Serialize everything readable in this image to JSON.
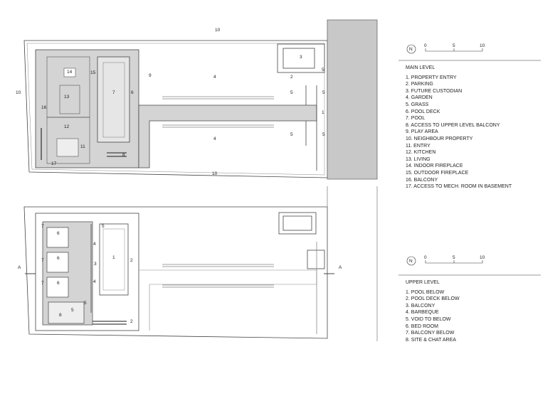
{
  "main_level": {
    "title": "MAIN LEVEL",
    "items": [
      "1. PROPERTY ENTRY",
      "2. PARKING",
      "3. FUTURE CUSTODIAN",
      "4. GARDEN",
      "5. GRASS",
      "6. POOL DECK",
      "7. POOL",
      "8. ACCESS TO UPPER LEVEL BALCONY",
      "9. PLAY AREA",
      "10. NEIGHBOUR PROPERTY",
      "11. ENTRY",
      "12. KITCHEN",
      "13. LIVING",
      "14. INDOOR FIREPLACE",
      "15. OUTDOOR FIREPLACE",
      "16. BALCONY",
      "17. ACCESS TO MECH. ROOM IN BASEMENT"
    ],
    "labels": {
      "n1": "1",
      "n2": "2",
      "n3": "3",
      "n4": "4",
      "n5": "5",
      "n6": "6",
      "n7": "7",
      "n8": "8",
      "n9": "9",
      "n10": "10",
      "n11": "11",
      "n12": "12",
      "n13": "13",
      "n14": "14",
      "n15": "15",
      "n16": "16",
      "n17": "17"
    }
  },
  "upper_level": {
    "title": "UPPER LEVEL",
    "items": [
      "1. POOL BELOW",
      "2. POOL DECK BELOW",
      "3. BALCONY",
      "4. BARBEQUE",
      "5. VOID TO BELOW",
      "6. BED ROOM",
      "7. BALCONY BELOW",
      "8. SITE & CHAT AREA"
    ],
    "labels": {
      "n1": "1",
      "n2": "2",
      "n3": "3",
      "n4": "4",
      "n5": "5",
      "n6": "6",
      "n7": "7",
      "n8": "8",
      "section": "A"
    }
  },
  "scale": {
    "north": "N",
    "t0": "0",
    "t5": "5",
    "t10": "10"
  }
}
